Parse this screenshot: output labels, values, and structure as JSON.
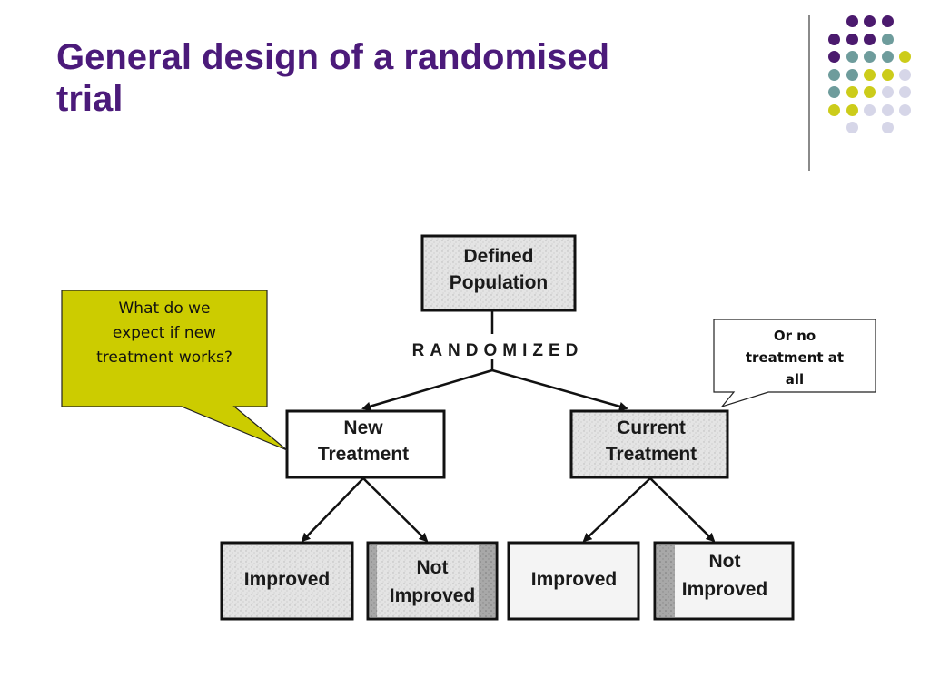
{
  "slide": {
    "title_line1": "General design of a randomised",
    "title_line2": "trial"
  },
  "decoration": {
    "dot_colors": {
      "purple": "#4b1a6e",
      "teal": "#6e9c9c",
      "yellow": "#cccc1a",
      "lavender": "#d6d6e8"
    }
  },
  "diagram": {
    "root": {
      "line1": "Defined",
      "line2": "Population"
    },
    "randomized_label": "RANDOMIZED",
    "arms": [
      {
        "line1": "New",
        "line2": "Treatment"
      },
      {
        "line1": "Current",
        "line2": "Treatment"
      }
    ],
    "outcomes": [
      {
        "line1": "Improved",
        "line2": ""
      },
      {
        "line1": "Not",
        "line2": "Improved"
      },
      {
        "line1": "Improved",
        "line2": ""
      },
      {
        "line1": "Not",
        "line2": "Improved"
      }
    ]
  },
  "callouts": {
    "left": {
      "line1": "What do we",
      "line2": "expect if new",
      "line3": "treatment works?",
      "fill": "#cccc00"
    },
    "right": {
      "line1": "Or no",
      "line2": "treatment at",
      "line3": "all"
    }
  }
}
